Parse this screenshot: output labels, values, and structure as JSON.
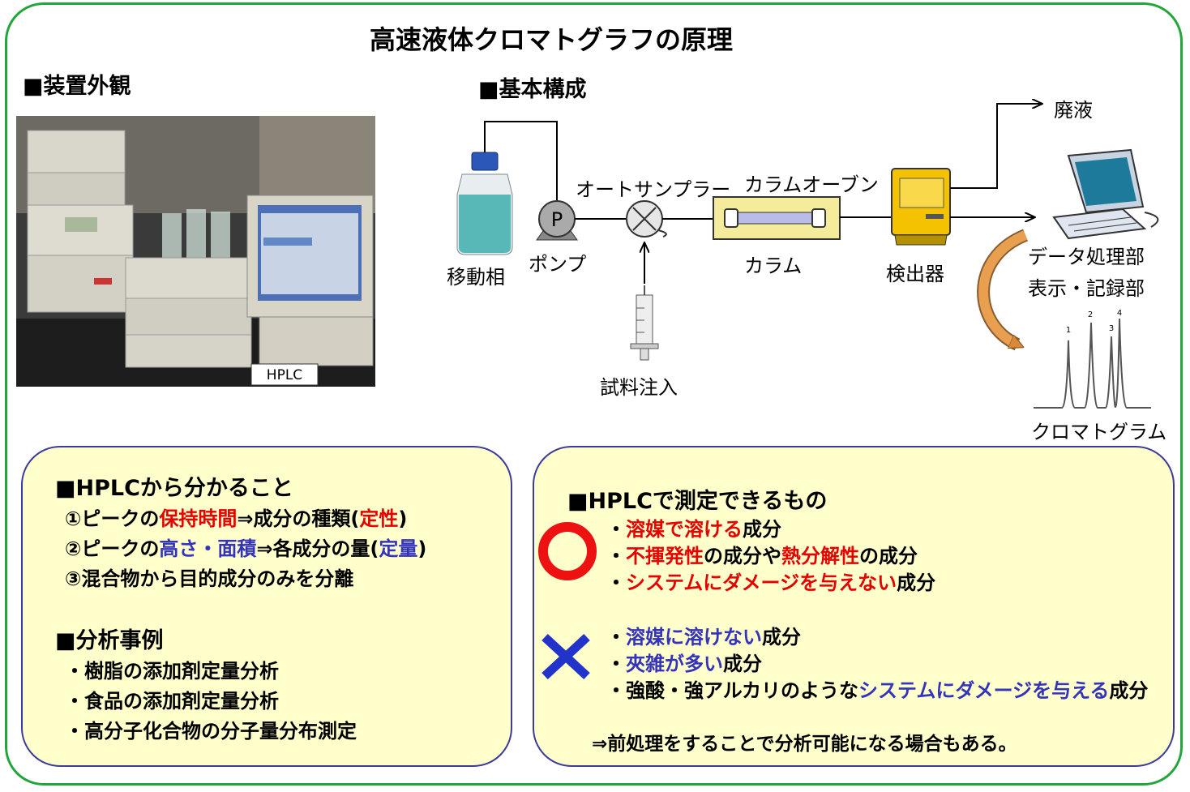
{
  "title": "高速液体クロマトグラフの原理",
  "sections": {
    "appearance": "■装置外観",
    "basic_config": "■基本構成"
  },
  "photo": {
    "label": "HPLC"
  },
  "diagram": {
    "mobile_phase": "移動相",
    "pump": "ポンプ",
    "pump_symbol": "P",
    "autosampler": "オートサンプラー",
    "column_oven": "カラムオーブン",
    "column": "カラム",
    "detector": "検出器",
    "waste": "廃液",
    "data_processing": "データ処理部",
    "display_record": "表示・記録部",
    "sample_injection": "試料注入",
    "chromatogram": "クロマトグラム",
    "peak_labels": [
      "1",
      "2",
      "3",
      "4"
    ]
  },
  "left_panel": {
    "title": "■HPLCから分かること",
    "items": [
      {
        "prefix": "①ピークの",
        "highlight": "保持時間",
        "middle": "⇒成分の種類(",
        "highlight2": "定性",
        "suffix": ")"
      },
      {
        "prefix": "②ピークの",
        "highlight": "高さ・面積",
        "middle": "⇒各成分の量(",
        "highlight2": "定量",
        "suffix": ")"
      },
      {
        "text": "③混合物から目的成分のみを分離"
      }
    ],
    "examples_title": "■分析事例",
    "examples": [
      "・樹脂の添加剤定量分析",
      "・食品の添加剤定量分析",
      "・高分子化合物の分子量分布測定"
    ]
  },
  "right_panel": {
    "title": "■HPLCで測定できるもの",
    "ok": [
      {
        "prefix": "・",
        "highlight": "溶媒で溶ける",
        "suffix": "成分"
      },
      {
        "prefix": "・",
        "highlight": "不揮発性",
        "middle": "の成分や",
        "highlight2": "熱分解性",
        "suffix": "の成分"
      },
      {
        "prefix": "・",
        "highlight": "システムにダメージを与えない",
        "suffix": "成分"
      }
    ],
    "ng": [
      {
        "prefix": "・",
        "highlight": "溶媒に溶けない",
        "suffix": "成分"
      },
      {
        "prefix": "・",
        "highlight": "夾雑が多い",
        "suffix": "成分"
      },
      {
        "prefix": "・強酸・強アルカリのような",
        "highlight": "システムにダメージを与える",
        "suffix": "成分"
      }
    ],
    "note": "⇒前処理をすることで分析可能になる場合もある。"
  },
  "colors": {
    "frame": "#22a53a",
    "panel_fill": "#ffffcc",
    "panel_border": "#3b3b9a",
    "red": "#e60000",
    "blue": "#3333bb",
    "ok_mark": "#ee1111",
    "ng_mark": "#2233cc"
  },
  "icons": {
    "ok_mark": "circle-mark-icon",
    "ng_mark": "cross-mark-icon"
  }
}
